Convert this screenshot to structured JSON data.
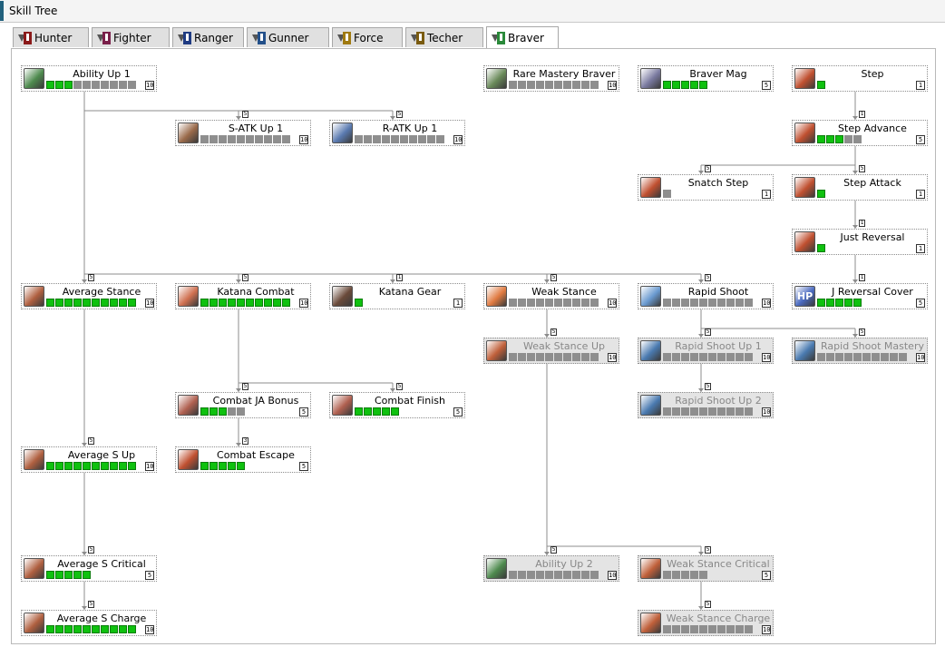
{
  "window": {
    "title": "Skill Tree"
  },
  "tabs": [
    {
      "label": "Hunter",
      "icon": "hunter-class-icon",
      "color": "#8b1a1a"
    },
    {
      "label": "Fighter",
      "icon": "fighter-class-icon",
      "color": "#7a1f4a"
    },
    {
      "label": "Ranger",
      "icon": "ranger-class-icon",
      "color": "#1f3b82"
    },
    {
      "label": "Gunner",
      "icon": "gunner-class-icon",
      "color": "#23508a"
    },
    {
      "label": "Force",
      "icon": "force-class-icon",
      "color": "#a07a10"
    },
    {
      "label": "Techer",
      "icon": "techer-class-icon",
      "color": "#7a5b10"
    },
    {
      "label": "Braver",
      "icon": "braver-class-icon",
      "color": "#2a8a3a",
      "active": true
    }
  ],
  "skills": [
    {
      "id": "ability-up-1",
      "name": "Ability Up 1",
      "points": 3,
      "max": 10,
      "locked": false,
      "icon_color": "#4e8a4e"
    },
    {
      "id": "s-atk-up-1",
      "name": "S-ATK Up 1",
      "points": 0,
      "max": 10,
      "locked": false,
      "icon_color": "#9a6a4a"
    },
    {
      "id": "r-atk-up-1",
      "name": "R-ATK Up 1",
      "points": 0,
      "max": 10,
      "locked": false,
      "icon_color": "#5a7ab0"
    },
    {
      "id": "rare-mastery-braver",
      "name": "Rare Mastery Braver",
      "points": 0,
      "max": 10,
      "locked": false,
      "icon_color": "#6a8a5a"
    },
    {
      "id": "braver-mag",
      "name": "Braver Mag",
      "points": 5,
      "max": 5,
      "locked": false,
      "icon_color": "#7a7aa0"
    },
    {
      "id": "step",
      "name": "Step",
      "points": 1,
      "max": 1,
      "locked": false,
      "icon_color": "#c05030"
    },
    {
      "id": "step-advance",
      "name": "Step Advance",
      "points": 3,
      "max": 5,
      "locked": false,
      "icon_color": "#c05030"
    },
    {
      "id": "snatch-step",
      "name": "Snatch Step",
      "points": 0,
      "max": 1,
      "locked": false,
      "icon_color": "#c05030"
    },
    {
      "id": "step-attack",
      "name": "Step Attack",
      "points": 1,
      "max": 1,
      "locked": false,
      "icon_color": "#c05030"
    },
    {
      "id": "just-reversal",
      "name": "Just Reversal",
      "points": 1,
      "max": 1,
      "locked": false,
      "icon_color": "#c05030"
    },
    {
      "id": "average-stance",
      "name": "Average Stance",
      "points": 10,
      "max": 10,
      "locked": false,
      "icon_color": "#b06040"
    },
    {
      "id": "katana-combat",
      "name": "Katana Combat",
      "points": 10,
      "max": 10,
      "locked": false,
      "icon_color": "#d07050"
    },
    {
      "id": "katana-gear",
      "name": "Katana Gear",
      "points": 1,
      "max": 1,
      "locked": false,
      "icon_color": "#6a4a3a"
    },
    {
      "id": "weak-stance",
      "name": "Weak Stance",
      "points": 0,
      "max": 10,
      "locked": false,
      "icon_color": "#e07a40"
    },
    {
      "id": "rapid-shoot",
      "name": "Rapid Shoot",
      "points": 0,
      "max": 10,
      "locked": false,
      "icon_color": "#6a9ad0"
    },
    {
      "id": "j-reversal-cover",
      "name": "J Reversal Cover",
      "points": 5,
      "max": 5,
      "locked": false,
      "icon_color": "#4a6ac0",
      "icon_text": "HP"
    },
    {
      "id": "weak-stance-up",
      "name": "Weak Stance Up",
      "points": 0,
      "max": 10,
      "locked": true,
      "icon_color": "#c0603a"
    },
    {
      "id": "rapid-shoot-up-1",
      "name": "Rapid Shoot Up 1",
      "points": 0,
      "max": 10,
      "locked": true,
      "icon_color": "#4a7ab0"
    },
    {
      "id": "rapid-shoot-mastery",
      "name": "Rapid Shoot Mastery",
      "points": 0,
      "max": 10,
      "locked": true,
      "icon_color": "#4a7ab0"
    },
    {
      "id": "combat-ja-bonus",
      "name": "Combat JA Bonus",
      "points": 3,
      "max": 5,
      "locked": false,
      "icon_color": "#b06050"
    },
    {
      "id": "combat-finish",
      "name": "Combat Finish",
      "points": 5,
      "max": 5,
      "locked": false,
      "icon_color": "#b06050"
    },
    {
      "id": "rapid-shoot-up-2",
      "name": "Rapid Shoot Up 2",
      "points": 0,
      "max": 10,
      "locked": true,
      "icon_color": "#4a7ab0"
    },
    {
      "id": "average-s-up",
      "name": "Average S Up",
      "points": 10,
      "max": 10,
      "locked": false,
      "icon_color": "#b06040"
    },
    {
      "id": "combat-escape",
      "name": "Combat Escape",
      "points": 5,
      "max": 5,
      "locked": false,
      "icon_color": "#c05030"
    },
    {
      "id": "average-s-critical",
      "name": "Average S Critical",
      "points": 5,
      "max": 5,
      "locked": false,
      "icon_color": "#b06040"
    },
    {
      "id": "ability-up-2",
      "name": "Ability Up 2",
      "points": 0,
      "max": 10,
      "locked": true,
      "icon_color": "#4e8a4e"
    },
    {
      "id": "weak-stance-critical",
      "name": "Weak Stance Critical",
      "points": 0,
      "max": 5,
      "locked": true,
      "icon_color": "#c0603a"
    },
    {
      "id": "average-s-charge",
      "name": "Average S Charge",
      "points": 10,
      "max": 10,
      "locked": false,
      "icon_color": "#b06040"
    },
    {
      "id": "weak-stance-charge",
      "name": "Weak Stance Charge",
      "points": 0,
      "max": 10,
      "locked": true,
      "icon_color": "#c0603a"
    }
  ],
  "requirements": [
    {
      "from": "ability-up-1",
      "to": "s-atk-up-1",
      "level": 5
    },
    {
      "from": "ability-up-1",
      "to": "r-atk-up-1",
      "level": 5
    },
    {
      "from": "step",
      "to": "step-advance",
      "level": 1
    },
    {
      "from": "step-advance",
      "to": "snatch-step",
      "level": 5
    },
    {
      "from": "step-advance",
      "to": "step-attack",
      "level": 5
    },
    {
      "from": "step-attack",
      "to": "just-reversal",
      "level": 1
    },
    {
      "from": "just-reversal",
      "to": "j-reversal-cover",
      "level": 1
    },
    {
      "from": "ability-up-1",
      "to": "average-stance",
      "level": 5
    },
    {
      "from": "ability-up-1",
      "to": "katana-combat",
      "level": 5
    },
    {
      "from": "ability-up-1",
      "to": "katana-gear",
      "level": 1
    },
    {
      "from": "ability-up-1",
      "to": "weak-stance",
      "level": 5
    },
    {
      "from": "ability-up-1",
      "to": "rapid-shoot",
      "level": 5
    },
    {
      "from": "weak-stance",
      "to": "weak-stance-up",
      "level": 5
    },
    {
      "from": "rapid-shoot",
      "to": "rapid-shoot-up-1",
      "level": 5
    },
    {
      "from": "rapid-shoot",
      "to": "rapid-shoot-mastery",
      "level": 5
    },
    {
      "from": "katana-combat",
      "to": "combat-ja-bonus",
      "level": 5
    },
    {
      "from": "katana-combat",
      "to": "combat-finish",
      "level": 5
    },
    {
      "from": "rapid-shoot-up-1",
      "to": "rapid-shoot-up-2",
      "level": 5
    },
    {
      "from": "average-stance",
      "to": "average-s-up",
      "level": 5
    },
    {
      "from": "combat-ja-bonus",
      "to": "combat-escape",
      "level": 3
    },
    {
      "from": "average-s-up",
      "to": "average-s-critical",
      "level": 5
    },
    {
      "from": "weak-stance-up",
      "to": "ability-up-2",
      "level": 5
    },
    {
      "from": "weak-stance-up",
      "to": "weak-stance-critical",
      "level": 5
    },
    {
      "from": "average-s-critical",
      "to": "average-s-charge",
      "level": 5
    },
    {
      "from": "weak-stance-critical",
      "to": "weak-stance-charge",
      "level": 5
    }
  ]
}
